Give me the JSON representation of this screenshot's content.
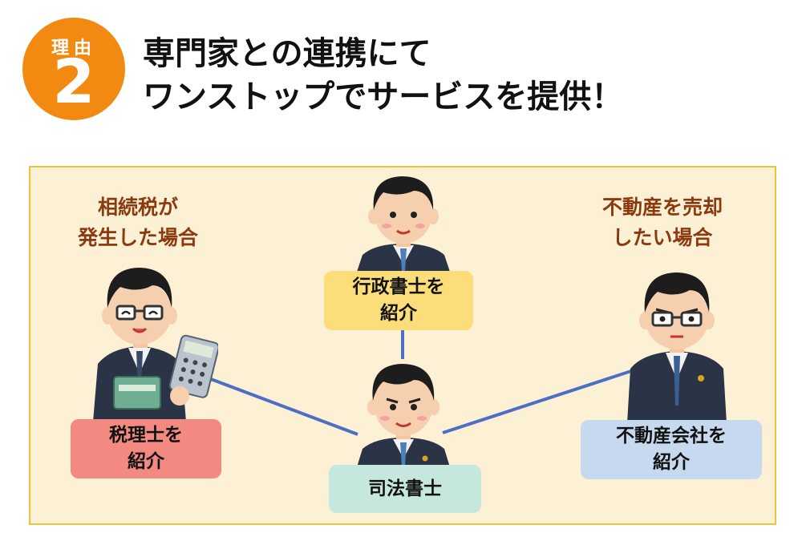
{
  "badge": {
    "label": "理由",
    "number": "2"
  },
  "headline": {
    "line1": "専門家との連携にて",
    "line2": "ワンストップでサービスを提供！"
  },
  "cases": {
    "left": {
      "line1": "相続税が",
      "line2": "発生した場合"
    },
    "right": {
      "line1": "不動産を売却",
      "line2": "したい場合"
    }
  },
  "roles": {
    "gyosei": {
      "line1": "行政書士を",
      "line2": "紹介"
    },
    "zeiri": {
      "line1": "税理士を",
      "line2": "紹介"
    },
    "shiho": {
      "label": "司法書士"
    },
    "fudosan": {
      "line1": "不動産会社を",
      "line2": "紹介"
    }
  },
  "colors": {
    "badge": "#f28a12",
    "panel_bg": "#fdf1d5",
    "panel_border": "#f0c13c",
    "case_text": "#8b3a10",
    "connector": "#4a6fc4",
    "gyosei_box": "#fbdd7a",
    "zeiri_box": "#f28a82",
    "shiho_box": "#c5e7de",
    "fudosan_box": "#c6d9ee"
  }
}
